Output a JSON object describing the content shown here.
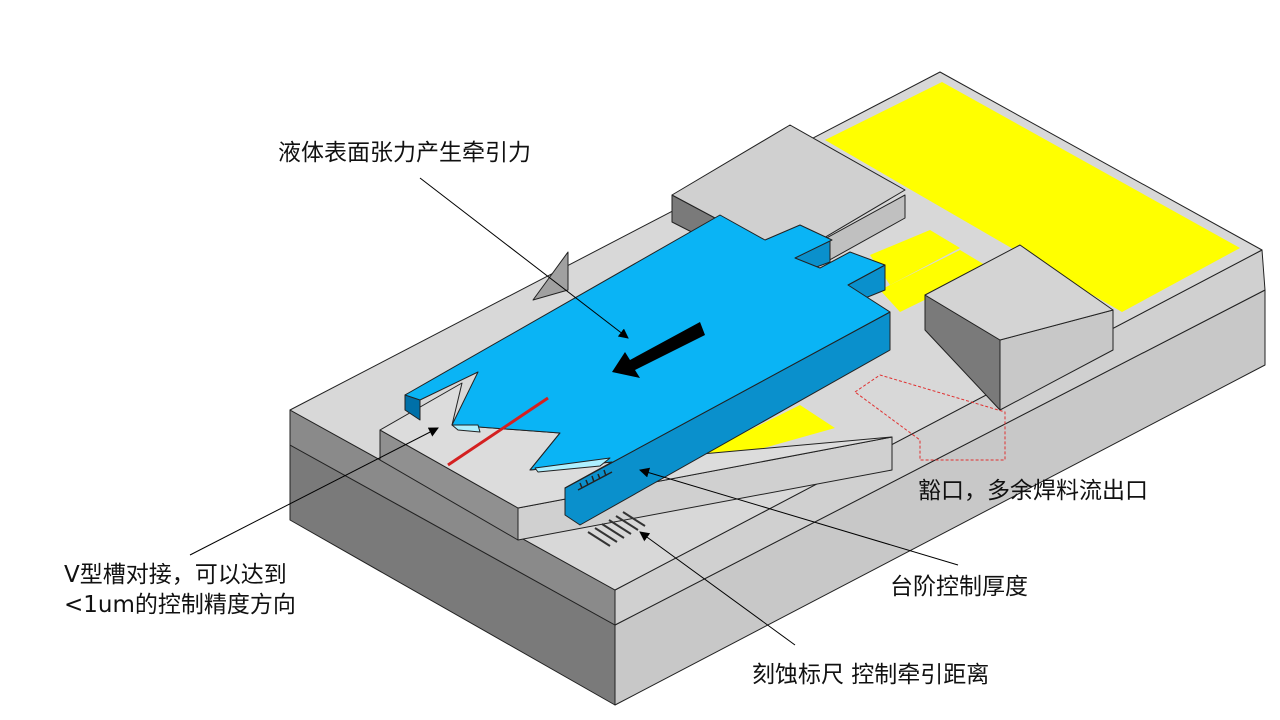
{
  "annotations": {
    "surface_tension": "液体表面张力产生牵引力",
    "notch": "豁口，多余焊料流出口",
    "step": "台阶控制厚度",
    "scale": "刻蚀标尺 控制牵引距离",
    "v_groove_line1": "V型槽对接，可以达到",
    "v_groove_line2": "<1um的控制精度方向"
  },
  "colors": {
    "chip": "#0ab4f5",
    "solder": "#ffff00",
    "block": "#d4d4d4",
    "marker": "#d42020"
  }
}
